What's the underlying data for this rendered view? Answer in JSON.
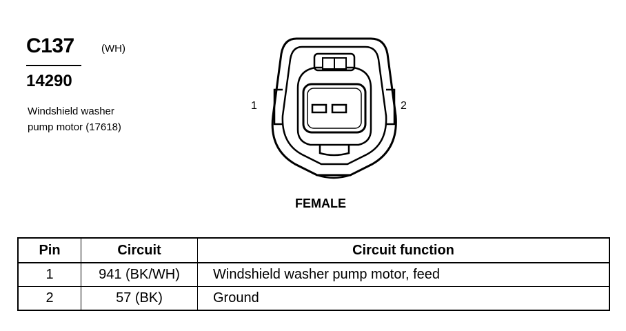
{
  "connector": {
    "id": "C137",
    "color_code": "(WH)",
    "part_number": "14290",
    "description_lines": [
      "Windshield washer",
      "pump motor (17618)"
    ],
    "pin_labels": [
      "1",
      "2"
    ],
    "gender": "FEMALE"
  },
  "table": {
    "headers": {
      "pin": "Pin",
      "circuit": "Circuit",
      "function": "Circuit function"
    },
    "rows": [
      {
        "pin": "1",
        "circuit": "941 (BK/WH)",
        "function": "Windshield washer pump motor, feed"
      },
      {
        "pin": "2",
        "circuit": "57 (BK)",
        "function": "Ground"
      }
    ]
  }
}
